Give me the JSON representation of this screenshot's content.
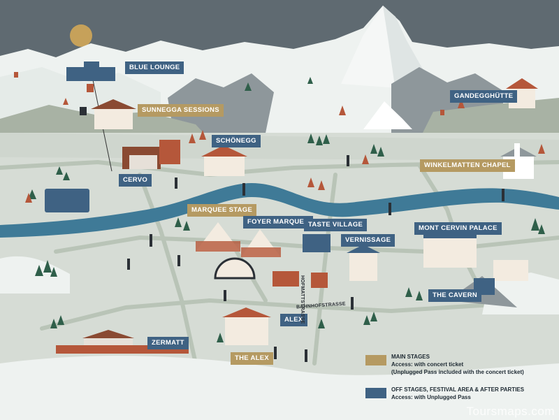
{
  "map": {
    "labels": {
      "blue_lounge": "BLUE LOUNGE",
      "sunnegga_sessions": "SUNNEGGA SESSIONS",
      "gandegghutte": "GANDEGGHÜTTE",
      "schonegg": "SCHÖNEGG",
      "winkelmatten_chapel": "WINKELMATTEN CHAPEL",
      "cervo": "CERVO",
      "marquee_stage": "MARQUEE STAGE",
      "foyer_marquee": "FOYER MARQUEE",
      "taste_village": "TASTE VILLAGE",
      "vernissage": "VERNISSAGE",
      "mont_cervin_palace": "MONT CERVIN PALACE",
      "the_cavern": "THE CAVERN",
      "alex": "ALEX",
      "zermatt": "ZERMATT",
      "the_alex": "THE ALEX"
    },
    "streets": {
      "hofmattstrasse": "HOFMATTSTRASSE",
      "bahnhofstrasse": "BAHNHOFSTRASSE"
    }
  },
  "legend": {
    "main": {
      "title": "MAIN STAGES",
      "line1": "Access: with concert ticket",
      "line2": "(Unplugged Pass included with the concert ticket)",
      "color": "#b59a62"
    },
    "off": {
      "title": "OFF STAGES, FESTIVAL AREA & AFTER PARTIES",
      "line1": "Access: with Unplugged Pass",
      "color": "#3f6283"
    }
  },
  "watermark": "Toursmaps.com",
  "colors": {
    "sky": "#5f6a71",
    "snow": "#eef2f0",
    "ground": "#d6dcd5",
    "river": "#3f7a97",
    "road": "#b9c4b7",
    "sun": "#c6a15a"
  }
}
